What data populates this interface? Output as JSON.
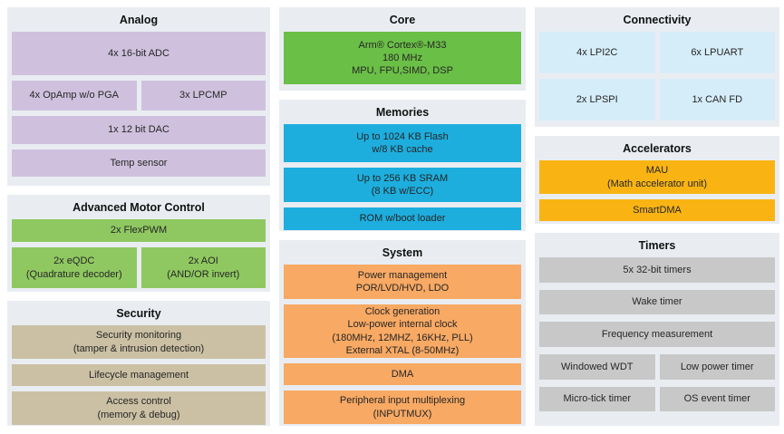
{
  "colors": {
    "panel": "#e9edf2",
    "title": "#111111",
    "text": "#262626",
    "analog_purple": "#cfc1de",
    "amc_green": "#8fc860",
    "security_tan": "#cbc0a4",
    "core_green": "#6abf46",
    "memories_blue": "#1daede",
    "system_orange": "#f8a963",
    "connectivity_blue": "#d5edf9",
    "accelerators_amber": "#f9b414",
    "timers_gray": "#c8c8c8"
  },
  "analog": {
    "title": "Analog",
    "blocks": {
      "adc": "4x 16-bit ADC",
      "opamp": "4x OpAmp w/o PGA",
      "lpcmp": "3x LPCMP",
      "dac": "1x 12 bit DAC",
      "temp_sensor": "Temp sensor"
    }
  },
  "motor_control": {
    "title": "Advanced Motor Control",
    "blocks": {
      "flexpwm": "2x FlexPWM",
      "eqdc": [
        "2x eQDC",
        "(Quadrature decoder)"
      ],
      "aoi": [
        "2x AOI",
        "(AND/OR invert)"
      ]
    }
  },
  "security": {
    "title": "Security",
    "blocks": {
      "monitoring": [
        "Security monitoring",
        "(tamper & intrusion detection)"
      ],
      "lifecycle": "Lifecycle management",
      "access": [
        "Access control",
        "(memory & debug)"
      ]
    }
  },
  "core": {
    "title": "Core",
    "blocks": {
      "cpu": [
        "Arm® Cortex®-M33",
        "180 MHz",
        "MPU, FPU,SIMD, DSP"
      ]
    }
  },
  "memories": {
    "title": "Memories",
    "blocks": {
      "flash": [
        "Up to 1024 KB Flash",
        "w/8 KB cache"
      ],
      "sram": [
        "Up to 256 KB SRAM",
        "(8 KB w/ECC)"
      ],
      "rom": "ROM w/boot loader"
    }
  },
  "system": {
    "title": "System",
    "blocks": {
      "power": [
        "Power management",
        "POR/LVD/HVD, LDO"
      ],
      "clock": [
        "Clock generation",
        "Low-power internal clock",
        "(180MHz, 12MHZ, 16KHz, PLL)",
        "External XTAL (8-50MHz)"
      ],
      "dma": "DMA",
      "inputmux": [
        "Peripheral input multiplexing",
        "(INPUTMUX)"
      ]
    }
  },
  "connectivity": {
    "title": "Connectivity",
    "blocks": {
      "lpi2c": "4x LPI2C",
      "lpuart": "6x LPUART",
      "lpspi": "2x LPSPI",
      "canfd": "1x CAN FD"
    }
  },
  "accelerators": {
    "title": "Accelerators",
    "blocks": {
      "mau": [
        "MAU",
        "(Math accelerator unit)"
      ],
      "smartdma": "SmartDMA"
    }
  },
  "timers": {
    "title": "Timers",
    "blocks": {
      "timers_32bit": "5x 32-bit timers",
      "wake": "Wake timer",
      "freq": "Frequency measurement",
      "wwdt": "Windowed WDT",
      "low_power": "Low power timer",
      "microtick": "Micro-tick timer",
      "os_event": "OS event timer"
    }
  }
}
